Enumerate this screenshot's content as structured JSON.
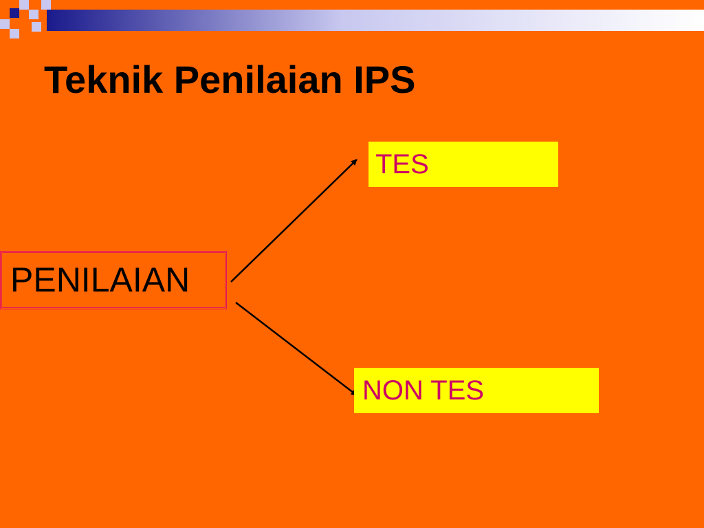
{
  "slide": {
    "title": "Teknik Penilaian IPS"
  },
  "diagram": {
    "root": {
      "label": "PENILAIAN"
    },
    "branches": [
      {
        "label": "TES"
      },
      {
        "label": "NON TES"
      }
    ]
  },
  "colors": {
    "background": "#FF6600",
    "title_text": "#000000",
    "root_text": "#000000",
    "root_border": "#E6175A",
    "leaf_fill": "#FFFF00",
    "leaf_text": "#CC0066",
    "arrow": "#000000",
    "deco_navy": "#1A1A8C",
    "deco_light": "#C8C8F0"
  }
}
